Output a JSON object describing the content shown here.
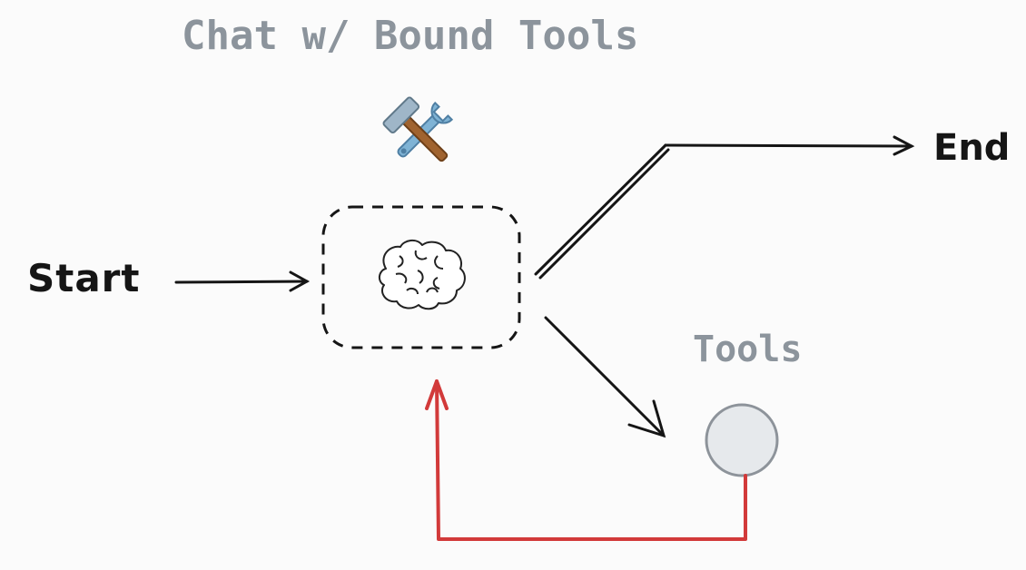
{
  "title": "Chat w/ Bound Tools",
  "labels": {
    "start": "Start",
    "end": "End",
    "tools": "Tools"
  },
  "icons": {
    "tools_emoji": "hammer-and-wrench-icon",
    "model_node": "brain-icon"
  },
  "colors": {
    "title_gray": "#8c949c",
    "edge_black": "#151515",
    "return_edge_red": "#d23a3a",
    "tool_node_fill": "#e6e9ec",
    "tool_node_stroke": "#8d939a"
  }
}
